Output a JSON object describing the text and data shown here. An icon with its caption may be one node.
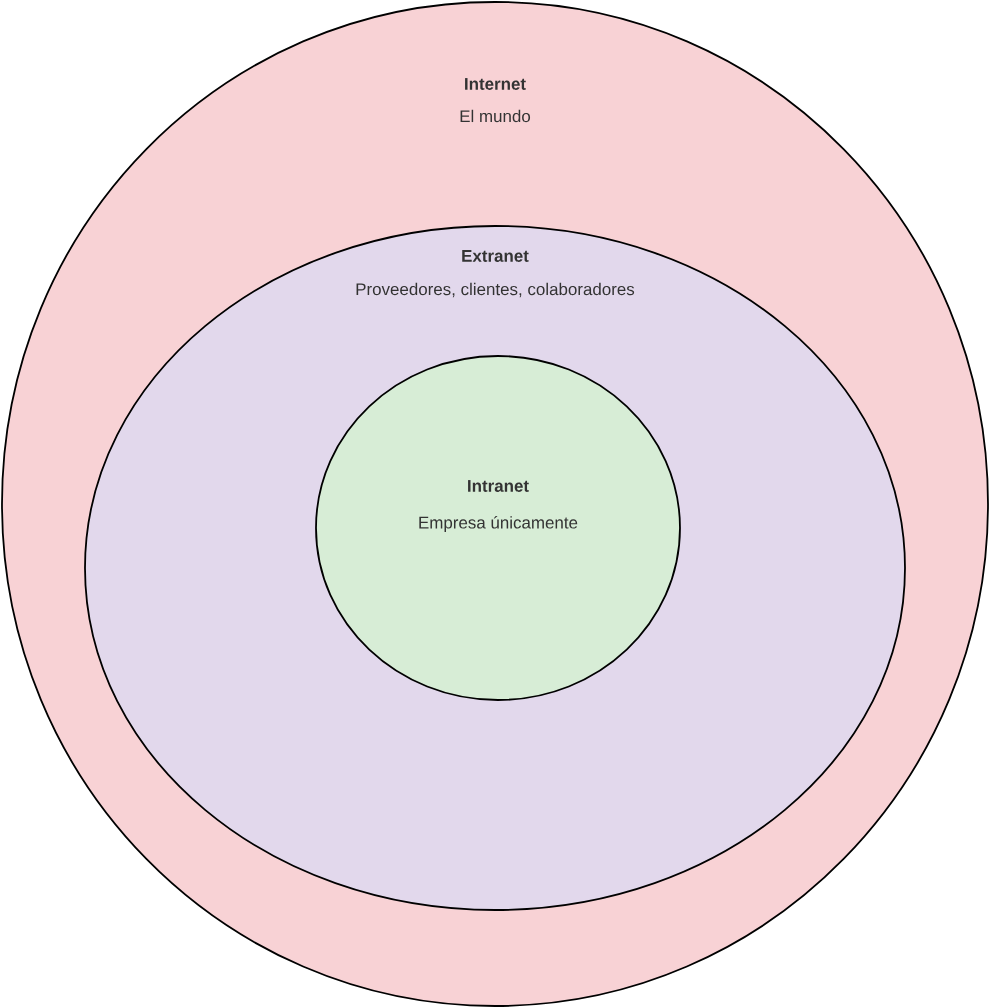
{
  "diagram": {
    "nodes": [
      {
        "text": [
          "Internet",
          "El mundo"
        ]
      },
      {
        "text": [
          "Extranet",
          "Proveedores, clientes, colaboradores"
        ],
        "in": 0
      },
      {
        "text": [
          "Intranet",
          "Empresa únicamente"
        ],
        "in": 1
      }
    ]
  }
}
